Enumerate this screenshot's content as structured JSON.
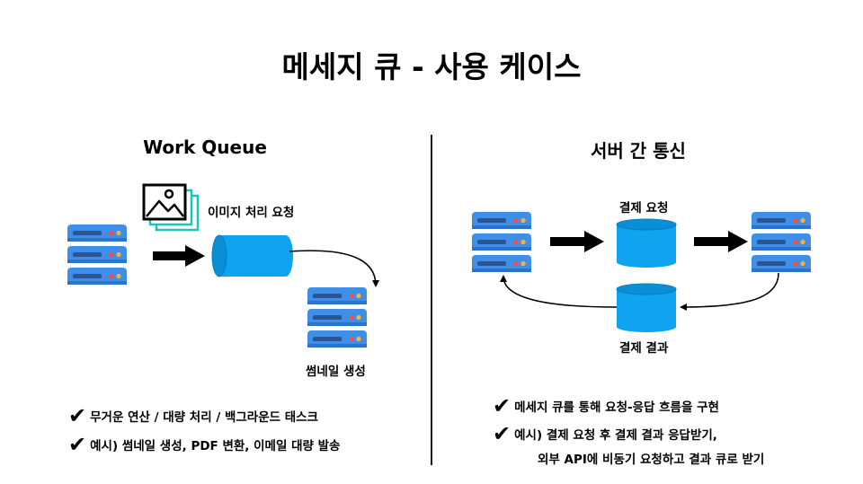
{
  "title": "메세지 큐 - 사용 케이스",
  "left": {
    "heading": "Work Queue",
    "task_label": "이미지 처리 요청",
    "worker_label": "썸네일 생성",
    "bullets": [
      "무거운 연산 / 대량 처리 / 백그라운드 태스크",
      "예시) 썸네일 생성, PDF 변환, 이메일 대량 발송"
    ]
  },
  "right": {
    "heading": "서버 간 통신",
    "request_label": "결제 요청",
    "result_label": "결제 결과",
    "bullets": [
      "메세지 큐를 통해 요청-응답 흐름을 구현",
      "예시) 결제 요청 후 결제 결과 응답받기,",
      "외부 API에 비동기 요청하고 결과 큐로 받기"
    ]
  },
  "icons": {
    "check": "✔",
    "server": "server-icon",
    "queue": "queue-cylinder-icon",
    "image": "image-icon"
  },
  "colors": {
    "server_blue": "#3f8ee8",
    "server_slot": "#2a5590",
    "queue_blue": "#0fa3f0",
    "led_red": "#ff4a3d",
    "led_orange": "#ffb12e"
  }
}
